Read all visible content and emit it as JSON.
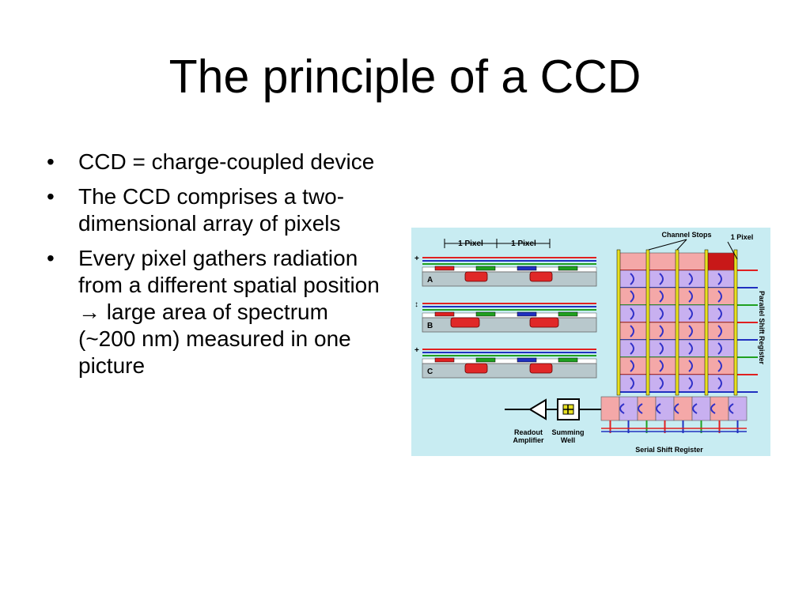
{
  "slide": {
    "title": "The principle of a CCD",
    "bullets": [
      "CCD = charge-coupled device",
      "The CCD comprises a two-dimensional array of pixels",
      "Every pixel gathers radiation from a different spatial position → large area of spectrum (~200 nm) measured in one picture"
    ],
    "bullet_glyph": "•"
  },
  "diagram": {
    "pixel_label_1": "1 Pixel",
    "pixel_label_2": "1 Pixel",
    "channel_stops": "Channel Stops",
    "one_pixel": "1 Pixel",
    "parallel_register": "Parallel Shift Register",
    "serial_register": "Serial Shift Register",
    "readout_1": "Readout",
    "readout_2": "Amplifier",
    "summing_1": "Summing",
    "summing_2": "Well",
    "stage_a": "A",
    "stage_b": "B",
    "stage_c": "C",
    "colors": {
      "background": "#c8ecf2",
      "charge": "#e02828",
      "gate_red": "#e02020",
      "gate_blue": "#2030c0",
      "gate_green": "#20a020",
      "gate_yellow": "#e8e020",
      "arrow": "#3030c8"
    }
  }
}
